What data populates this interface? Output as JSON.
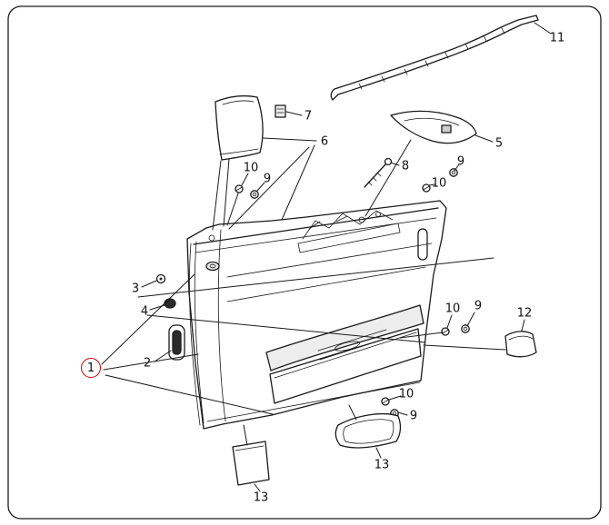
{
  "figure": {
    "type": "exploded-parts-diagram",
    "title": "Door trim panel exploded view diagram",
    "line_color": "#1a1a1a",
    "highlight_color": "#cc0000",
    "background_color": "#ffffff"
  },
  "callouts": [
    {
      "label": "11",
      "circled": false
    },
    {
      "label": "7",
      "circled": false
    },
    {
      "label": "6",
      "circled": false
    },
    {
      "label": "5",
      "circled": false
    },
    {
      "label": "8",
      "circled": false
    },
    {
      "label": "9",
      "circled": false
    },
    {
      "label": "10",
      "circled": false
    },
    {
      "label": "10",
      "circled": false
    },
    {
      "label": "9",
      "circled": false
    },
    {
      "label": "3",
      "circled": false
    },
    {
      "label": "4",
      "circled": false
    },
    {
      "label": "1",
      "circled": true
    },
    {
      "label": "2",
      "circled": false
    },
    {
      "label": "10",
      "circled": false
    },
    {
      "label": "9",
      "circled": false
    },
    {
      "label": "12",
      "circled": false
    },
    {
      "label": "10",
      "circled": false
    },
    {
      "label": "9",
      "circled": false
    },
    {
      "label": "13",
      "circled": false
    },
    {
      "label": "13",
      "circled": false
    }
  ]
}
